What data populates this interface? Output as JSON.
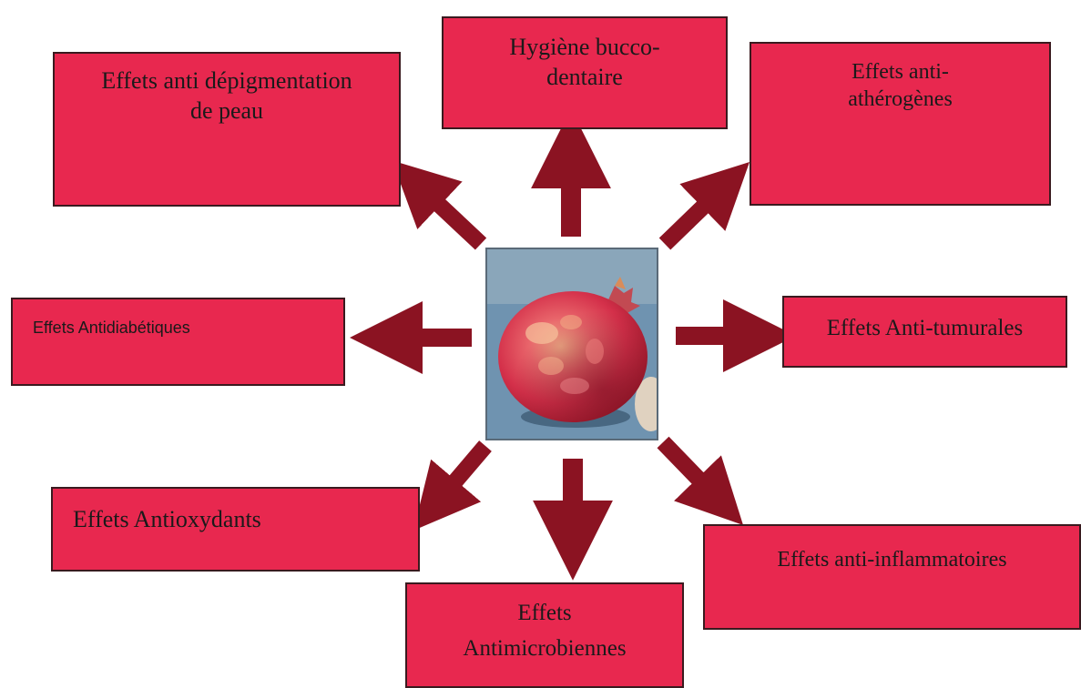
{
  "center": {
    "image_icon": "pomegranate-icon"
  },
  "boxes": {
    "skin": {
      "lines": [
        "Effets anti dépigmentation",
        "de peau"
      ]
    },
    "oral": {
      "lines": [
        "Hygiène bucco-",
        "dentaire"
      ]
    },
    "athero": {
      "lines": [
        "Effets anti-",
        "athérogènes"
      ]
    },
    "diabetes": {
      "lines": [
        "Effets Antidiabétiques"
      ]
    },
    "tumor": {
      "lines": [
        "Effets Anti-tumurales"
      ]
    },
    "antiox": {
      "lines": [
        "Effets Antioxydants"
      ]
    },
    "microbe": {
      "lines": [
        "Effets",
        "Antimicrobiennes"
      ]
    },
    "inflam": {
      "lines": [
        "Effets anti-inflammatoires"
      ]
    }
  },
  "colors": {
    "box_fill": "#e8284f",
    "arrow": "#8b1322"
  }
}
